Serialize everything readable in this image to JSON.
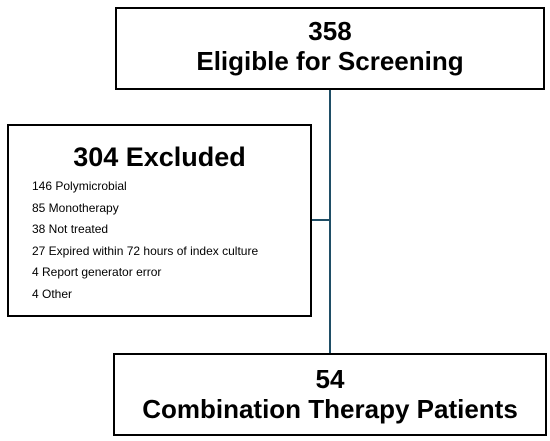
{
  "top_box": {
    "count": "358",
    "label": "Eligible for Screening"
  },
  "excluded_box": {
    "title": "304 Excluded",
    "items": [
      "146 Polymicrobial",
      "85 Monotherapy",
      "38 Not treated",
      "27 Expired within 72 hours of index culture",
      "4 Report generator error",
      "4 Other"
    ]
  },
  "bottom_box": {
    "count": "54",
    "label": "Combination Therapy Patients"
  },
  "colors": {
    "connector": "#1f4e66",
    "border": "#000000"
  }
}
